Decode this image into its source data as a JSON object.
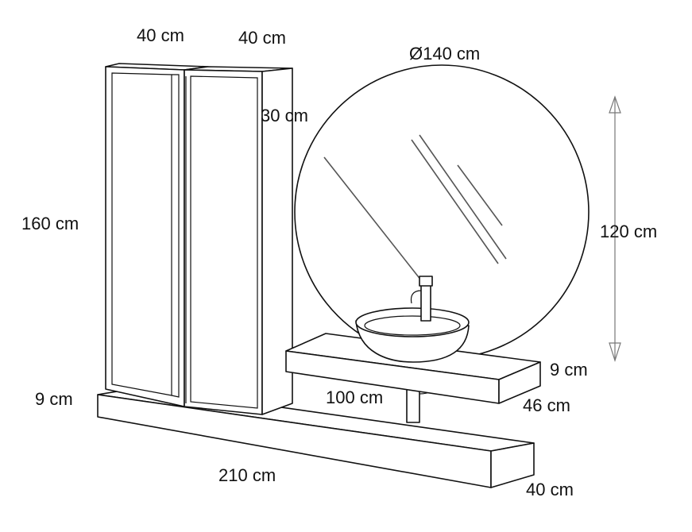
{
  "labels": {
    "col1_width": "40 cm",
    "col2_width": "40 cm",
    "col_depth": "30 cm",
    "col_height": "160 cm",
    "mirror_diameter": "Ø140 cm",
    "mirror_height": "120 cm",
    "shelf_thickness": "9 cm",
    "shelf_width": "100 cm",
    "shelf_depth": "46 cm",
    "base_thickness": "9 cm",
    "base_width": "210 cm",
    "base_depth": "40 cm"
  },
  "colors": {
    "line": "#111111",
    "arrow": "#777777",
    "background": "#ffffff"
  }
}
